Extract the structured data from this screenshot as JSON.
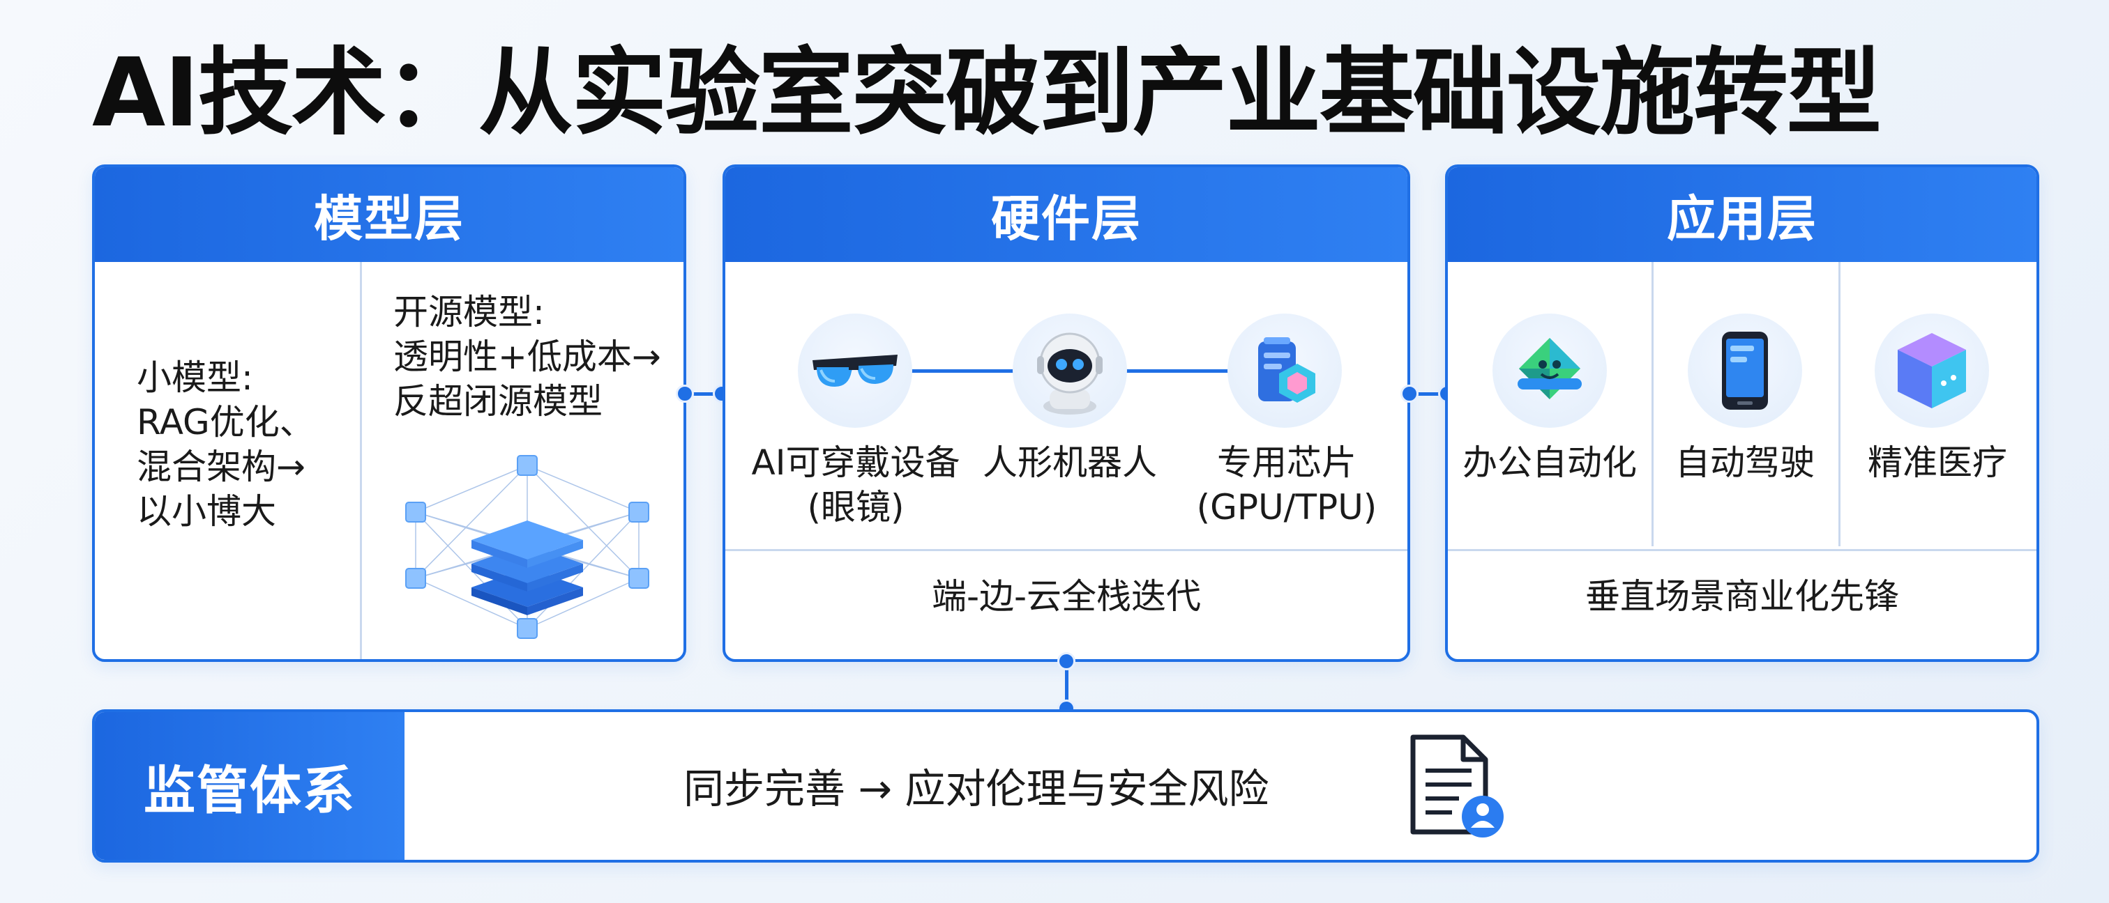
{
  "title": "AI技术：从实验室突破到产业基础设施转型",
  "model_layer": {
    "header": "模型层",
    "small_model_lines": [
      "小模型:",
      "RAG优化、",
      "混合架构→",
      "以小博大"
    ],
    "open_source_lines": [
      "开源模型:",
      "透明性+低成本→",
      "反超闭源模型"
    ],
    "icon": "neural-network-cube-icon"
  },
  "hardware_layer": {
    "header": "硬件层",
    "items": [
      {
        "label_lines": [
          "AI可穿戴设备",
          "(眼镜)"
        ],
        "icon": "smart-glasses-icon"
      },
      {
        "label_lines": [
          "人形机器人"
        ],
        "icon": "humanoid-robot-icon"
      },
      {
        "label_lines": [
          "专用芯片",
          "(GPU/TPU)"
        ],
        "icon": "chip-icon"
      }
    ],
    "footer": "端-边-云全栈迭代"
  },
  "application_layer": {
    "header": "应用层",
    "items": [
      {
        "label": "办公自动化",
        "icon": "office-automation-icon"
      },
      {
        "label": "自动驾驶",
        "icon": "smartphone-icon"
      },
      {
        "label": "精准医疗",
        "icon": "medical-cube-icon"
      }
    ],
    "footer": "垂直场景商业化先锋"
  },
  "regulation": {
    "header": "监管体系",
    "text": "同步完善 → 应对伦理与安全风险",
    "icon": "document-user-icon"
  },
  "colors": {
    "accent": "#1f6fe5",
    "header_gradient_end": "#2f80f2",
    "divider": "#c9d8ee"
  }
}
